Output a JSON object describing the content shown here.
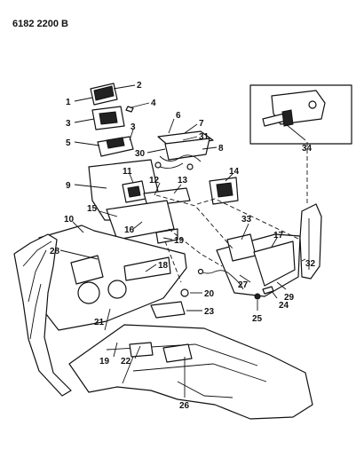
{
  "diagram": {
    "code": "6182 2200 B",
    "callouts": [
      "1",
      "2",
      "3",
      "4",
      "5",
      "3",
      "6",
      "7",
      "31",
      "30",
      "8",
      "9",
      "11",
      "12",
      "13",
      "14",
      "15",
      "16",
      "19",
      "10",
      "28",
      "18",
      "17",
      "33",
      "32",
      "20",
      "23",
      "27",
      "29",
      "24",
      "25",
      "21",
      "19",
      "22",
      "26",
      "34"
    ]
  },
  "colors": {
    "ink": "#111111",
    "paper": "#ffffff"
  }
}
